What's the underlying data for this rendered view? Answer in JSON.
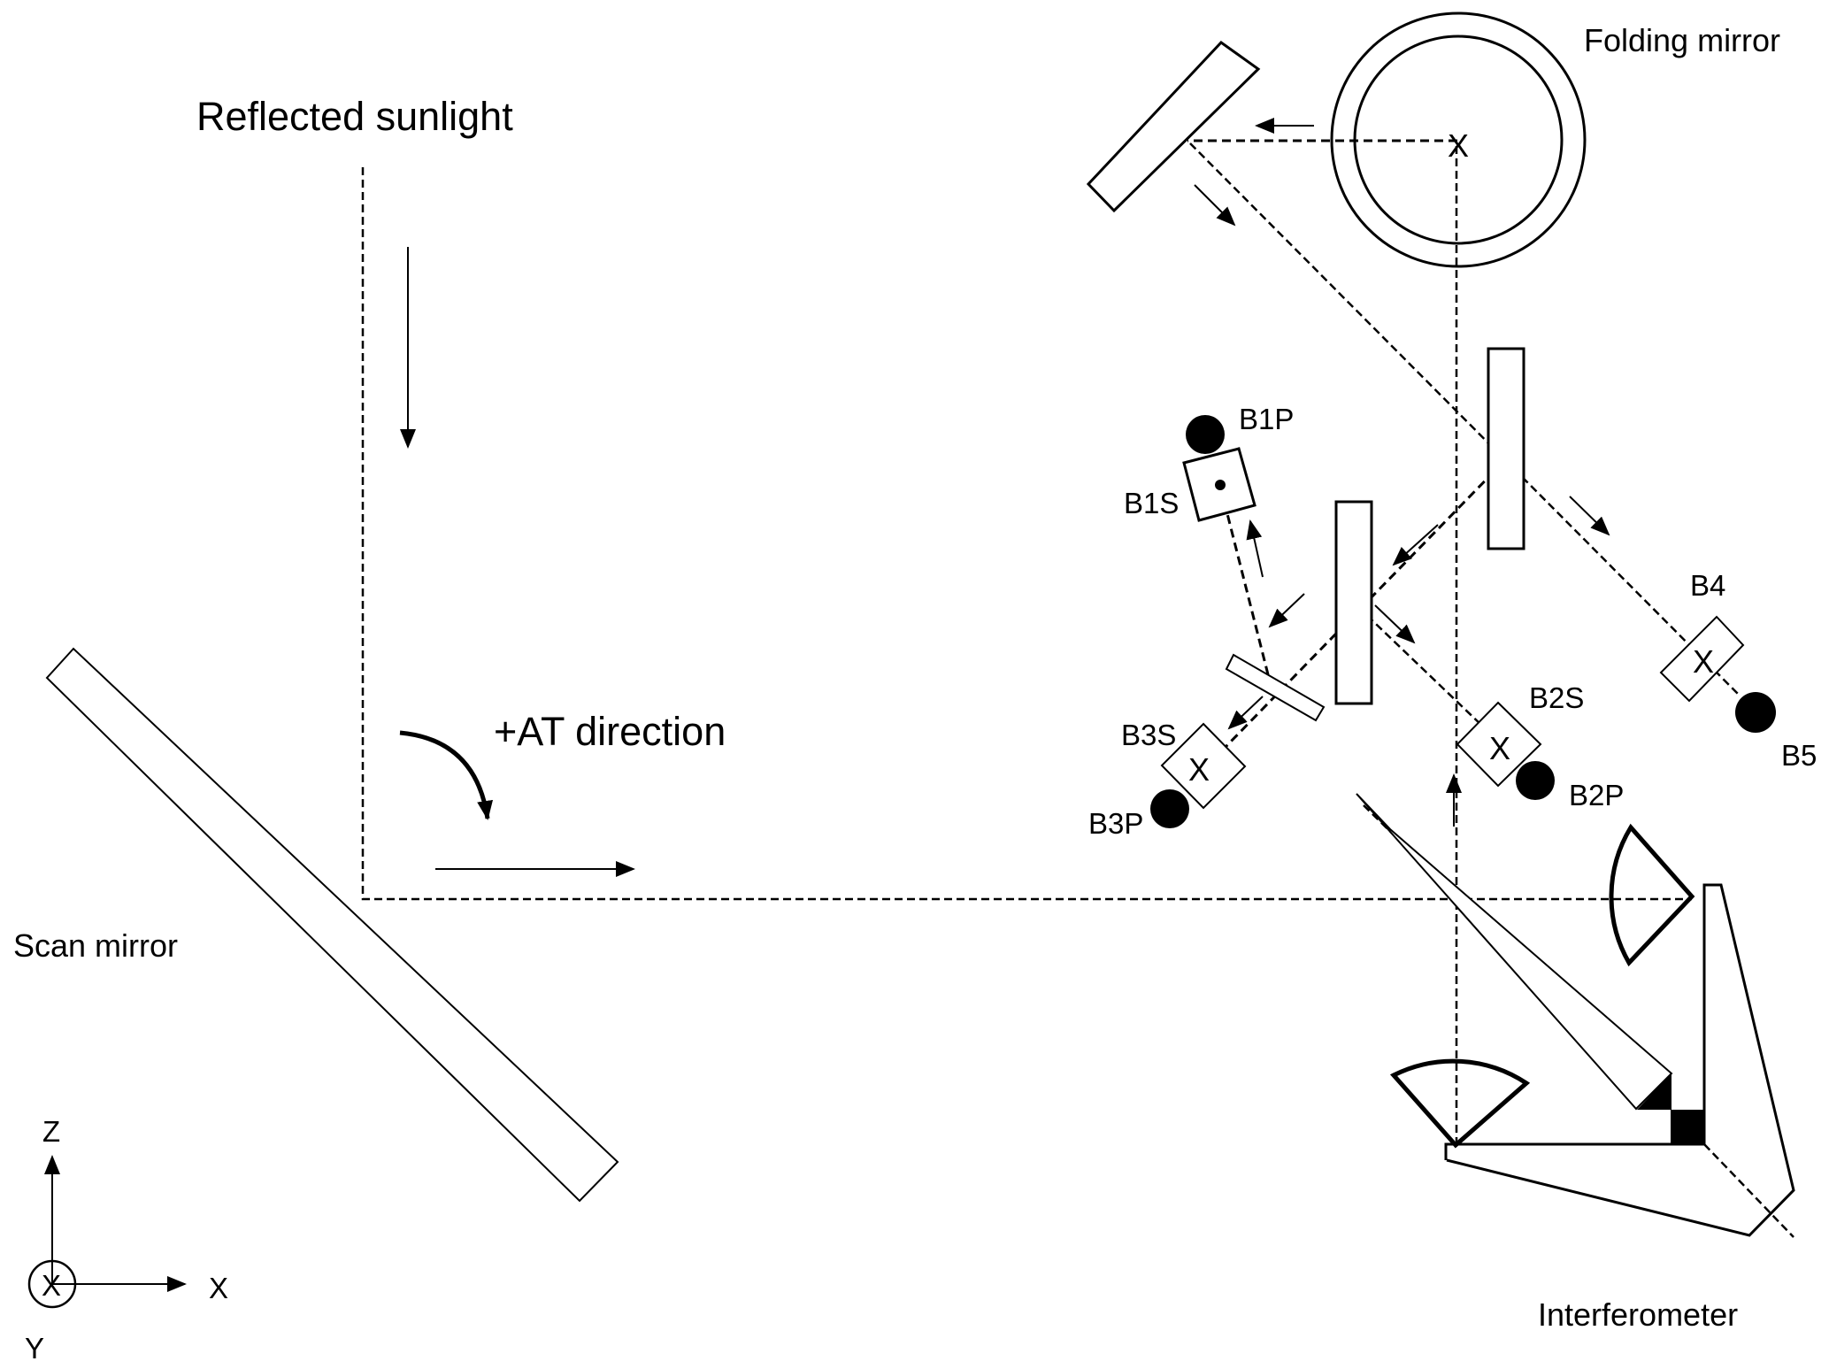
{
  "diagram": {
    "type": "optical-layout",
    "labels": {
      "reflected_sunlight": "Reflected sunlight",
      "folding_mirror": "Folding mirror",
      "scan_mirror": "Scan mirror",
      "at_direction": "+AT direction",
      "interferometer": "Interferometer"
    },
    "detectors": {
      "b1p": "B1P",
      "b1s": "B1S",
      "b2s": "B2S",
      "b2p": "B2P",
      "b3s": "B3S",
      "b3p": "B3P",
      "b4": "B4",
      "b5": "B5"
    },
    "axes": {
      "z": "Z",
      "x": "X",
      "y": "Y",
      "into_page_mark": "X"
    },
    "marks": {
      "beam_crossing": "X"
    },
    "colors": {
      "line": "#000000",
      "background": "#ffffff"
    }
  }
}
